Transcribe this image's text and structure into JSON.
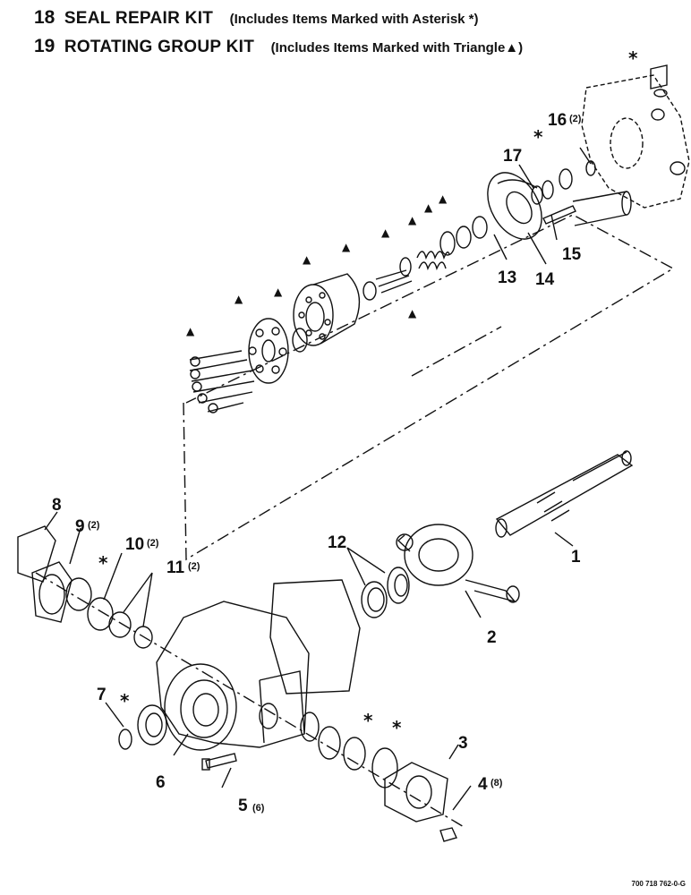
{
  "header": {
    "kit18": {
      "num": "18",
      "name": "SEAL REPAIR KIT",
      "note": "(Includes Items Marked with Asterisk *)"
    },
    "kit19": {
      "num": "19",
      "name": "ROTATING GROUP KIT",
      "note": "(Includes Items Marked with Triangle▲)"
    }
  },
  "callouts": {
    "c1": "1",
    "c2": "2",
    "c3": "3",
    "c4": "4",
    "c5": "5",
    "c6": "6",
    "c7": "7",
    "c8": "8",
    "c9": "9",
    "c10": "10",
    "c11": "11",
    "c12": "12",
    "c13": "13",
    "c14": "14",
    "c15": "15",
    "c16": "16",
    "c17": "17"
  },
  "quantities": {
    "q4": "(8)",
    "q5": "(6)",
    "q9": "(2)",
    "q10": "(2)",
    "q11": "(2)",
    "q16": "(2)"
  },
  "markers": {
    "asterisk": "*",
    "triangle": "▲"
  },
  "drawing_code": "700 718 762-0-G"
}
